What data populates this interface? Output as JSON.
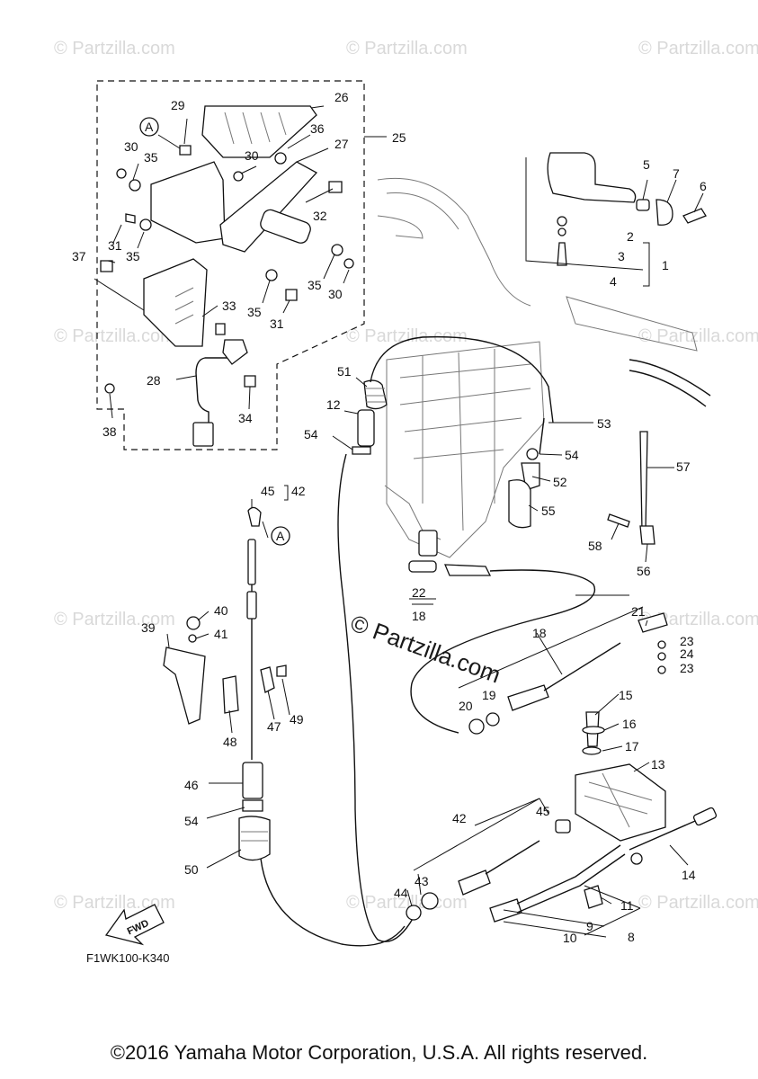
{
  "watermark": {
    "text": "© Partzilla.com",
    "center_text": "© Partzilla.com"
  },
  "diagram_code": "F1WK100-K340",
  "copyright": "©2016 Yamaha Motor Corporation, U.S.A. All rights reserved.",
  "fwd_label": "FWD",
  "ref_marker": "A",
  "callouts": [
    "1",
    "2",
    "3",
    "4",
    "5",
    "6",
    "7",
    "8",
    "9",
    "10",
    "11",
    "12",
    "13",
    "14",
    "15",
    "16",
    "17",
    "18",
    "19",
    "20",
    "21",
    "22",
    "23",
    "24",
    "25",
    "26",
    "27",
    "28",
    "29",
    "30",
    "31",
    "32",
    "33",
    "34",
    "35",
    "36",
    "37",
    "38",
    "39",
    "40",
    "41",
    "42",
    "43",
    "44",
    "45",
    "46",
    "47",
    "48",
    "49",
    "50",
    "51",
    "52",
    "53",
    "54",
    "55",
    "56",
    "57",
    "58"
  ]
}
